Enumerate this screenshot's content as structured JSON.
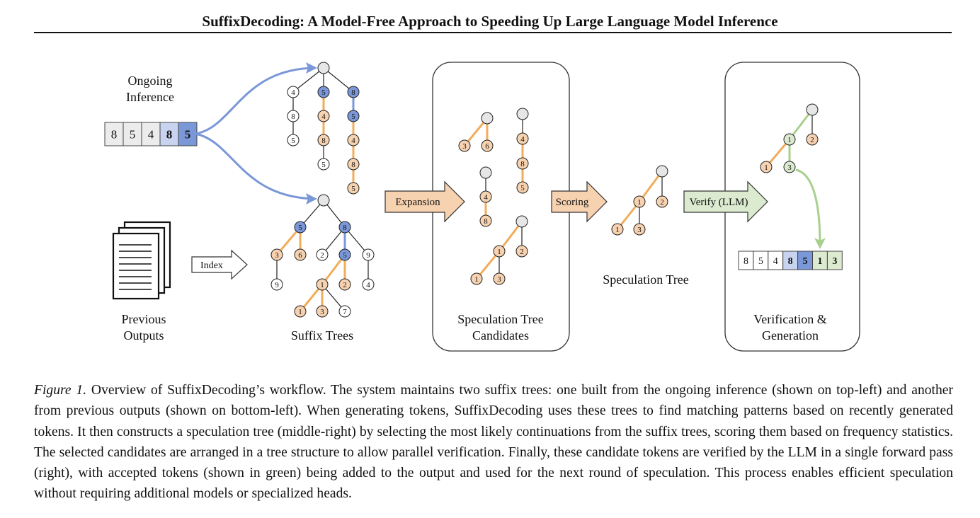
{
  "header": {
    "title": "SuffixDecoding: A Model-Free Approach to Speeding Up Large Language Model Inference"
  },
  "figure": {
    "ongoing": {
      "label_lines": [
        "Ongoing",
        "Inference"
      ],
      "tokens": [
        "8",
        "5",
        "4",
        "8",
        "5"
      ],
      "token_states": [
        "plain",
        "plain",
        "plain",
        "light-blue",
        "blue"
      ]
    },
    "previous": {
      "label_lines": [
        "Previous",
        "Outputs"
      ]
    },
    "index_arrow": "Index",
    "suffix_trees_label": "Suffix Trees",
    "upper_tree": {
      "branches": [
        [
          "4",
          "8",
          "5"
        ],
        [
          "5",
          "4",
          "8",
          "5"
        ],
        [
          "8",
          "5",
          "4",
          "8",
          "5"
        ]
      ]
    },
    "lower_tree": {
      "nodes": [
        "5",
        "8",
        "3",
        "6",
        "2",
        "5",
        "9",
        "9",
        "1",
        "2",
        "4",
        "1",
        "3",
        "7"
      ]
    },
    "expansion_arrow": "Expansion",
    "candidates": {
      "label_lines": [
        "Speculation Tree",
        "Candidates"
      ],
      "nodes": [
        "3",
        "6",
        "4",
        "8",
        "5",
        "4",
        "8",
        "1",
        "2",
        "1",
        "3"
      ]
    },
    "scoring_arrow": "Scoring",
    "speculation_tree": {
      "label": "Speculation Tree",
      "nodes": [
        "1",
        "2",
        "1",
        "3"
      ]
    },
    "verify_arrow": "Verify (LLM)",
    "verification": {
      "label_lines": [
        "Verification &",
        "Generation"
      ],
      "tree_nodes": [
        "1",
        "2",
        "1",
        "3"
      ],
      "output_tokens": [
        "8",
        "5",
        "4",
        "8",
        "5",
        "1",
        "3"
      ],
      "output_states": [
        "plain",
        "plain",
        "plain",
        "light-blue",
        "blue",
        "green",
        "green"
      ]
    },
    "colors": {
      "blue": "#7a97d8",
      "light_blue": "#c8d3ef",
      "orange": "#f0ad5a",
      "orange_fill": "#f7d2b0",
      "green": "#a8d08d",
      "green_fill": "#dcebd0",
      "gray_fill": "#e6e6e6"
    }
  },
  "caption": {
    "label": "Figure 1.",
    "text": "Overview of SuffixDecoding’s workflow. The system maintains two suffix trees: one built from the ongoing inference (shown on top-left) and another from previous outputs (shown on bottom-left). When generating tokens, SuffixDecoding uses these trees to find matching patterns based on recently generated tokens. It then constructs a speculation tree (middle-right) by selecting the most likely continuations from the suffix trees, scoring them based on frequency statistics. The selected candidates are arranged in a tree structure to allow parallel verification. Finally, these candidate tokens are verified by the LLM in a single forward pass (right), with accepted tokens (shown in green) being added to the output and used for the next round of speculation. This process enables efficient speculation without requiring additional models or specialized heads."
  }
}
